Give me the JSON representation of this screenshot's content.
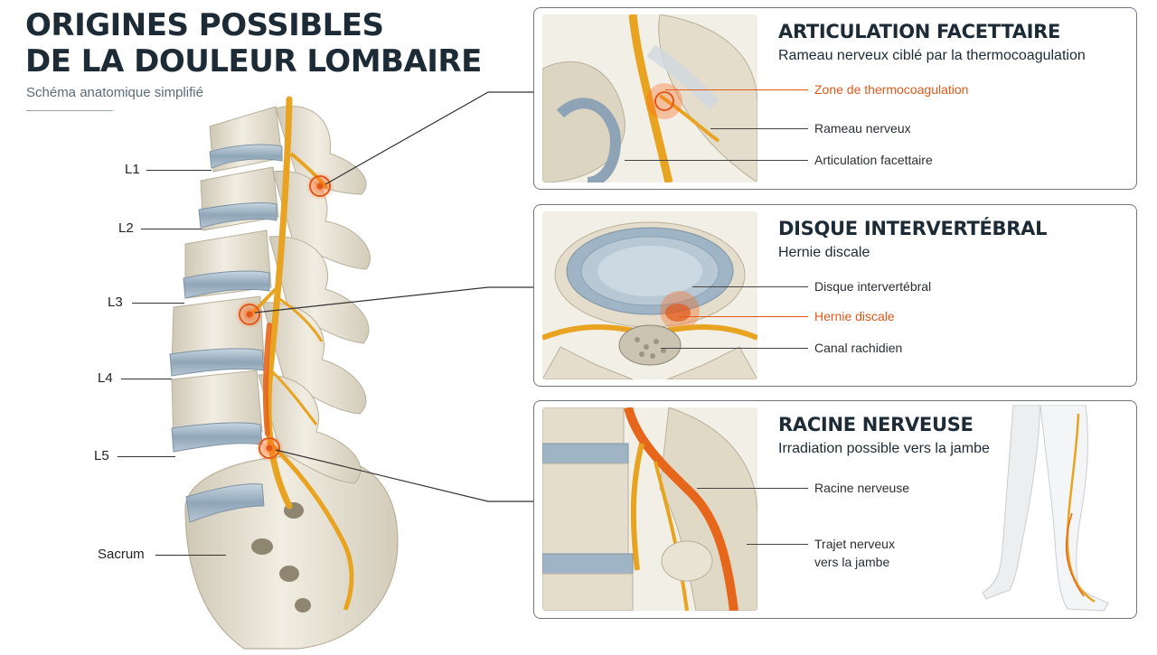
{
  "header": {
    "title_line1": "ORIGINES POSSIBLES",
    "title_line2": "DE LA DOULEUR LOMBAIRE",
    "subtitle": "Schéma anatomique simplifié"
  },
  "spine": {
    "labels": {
      "l1": "L1",
      "l2": "L2",
      "l3": "L3",
      "l4": "L4",
      "l5": "L5",
      "sacrum": "Sacrum"
    }
  },
  "panels": {
    "facet": {
      "title": "ARTICULATION FACETTAIRE",
      "subtitle": "Rameau nerveux ciblé par la thermocoagulation",
      "callouts": {
        "zone": "Zone de thermocoagulation",
        "rameau": "Rameau nerveux",
        "articulation": "Articulation facettaire"
      }
    },
    "disc": {
      "title": "DISQUE INTERVERTÉBRAL",
      "subtitle": "Hernie discale",
      "callouts": {
        "disque": "Disque intervertébral",
        "hernie": "Hernie discale",
        "canal": "Canal rachidien"
      }
    },
    "root": {
      "title": "RACINE NERVEUSE",
      "subtitle": "Irradiation possible vers la jambe",
      "callouts": {
        "racine": "Racine nerveuse",
        "trajet_line1": "Trajet nerveux",
        "trajet_line2": "vers la jambe"
      }
    }
  },
  "colors": {
    "accent": "#e0581a",
    "nerve": "#e8a320",
    "bone": "#e9e4d6",
    "disc": "#a9bccb",
    "border": "#6e7780"
  }
}
